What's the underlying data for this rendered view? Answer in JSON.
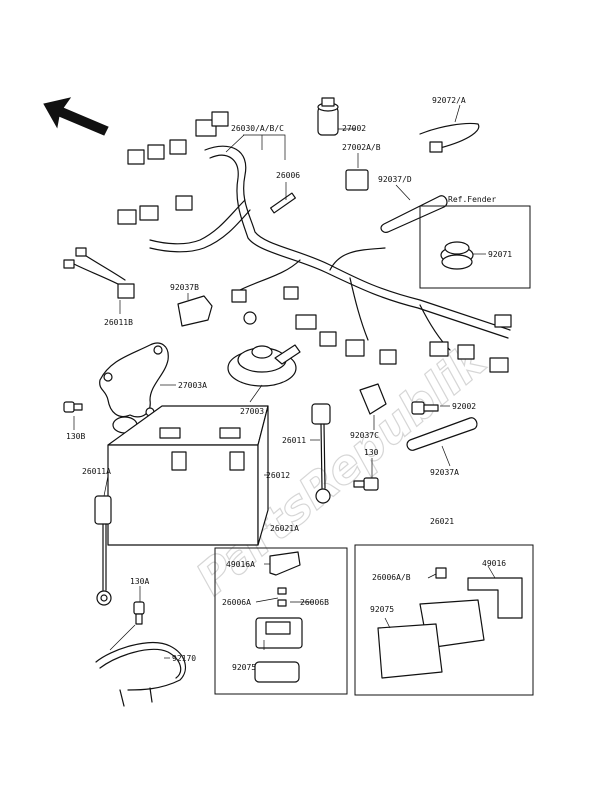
{
  "labels": {
    "harness_main": "26030/A/B/C",
    "relay_27002": "27002",
    "relay_27002ab": "27002A/B",
    "band_92072": "92072/A",
    "tube_26006": "26006",
    "clamp_92037d": "92037/D",
    "ref_fender": "Ref.Fender",
    "grommet_92071": "92071",
    "sub_harness_26011b": "26011B",
    "clamp_92037b": "92037B",
    "bracket_27003a": "27003A",
    "horn_27003": "27003",
    "bolt_130b": "130B",
    "bolt_92002": "92002",
    "cable_26011": "26011",
    "clamp_92037c": "92037C",
    "bolt_130": "130",
    "clamp_92037a": "92037A",
    "cable_26011a": "26011A",
    "battery_26012": "26012",
    "fuse_box_26021a": "26021A",
    "cover_49016a": "49016A",
    "fuse_26006a_left": "26006A",
    "fuse_26006b": "26006B",
    "cap_92075_left": "92075",
    "bolt_130a": "130A",
    "holder_92170": "92170",
    "fuse_box_26021": "26021",
    "fuse_26006ab": "26006A/B",
    "cover_49016": "49016",
    "cap_92075_right": "92075"
  },
  "watermark": "PartsRepublik",
  "icons": {
    "direction": "front-direction-arrow-icon"
  }
}
